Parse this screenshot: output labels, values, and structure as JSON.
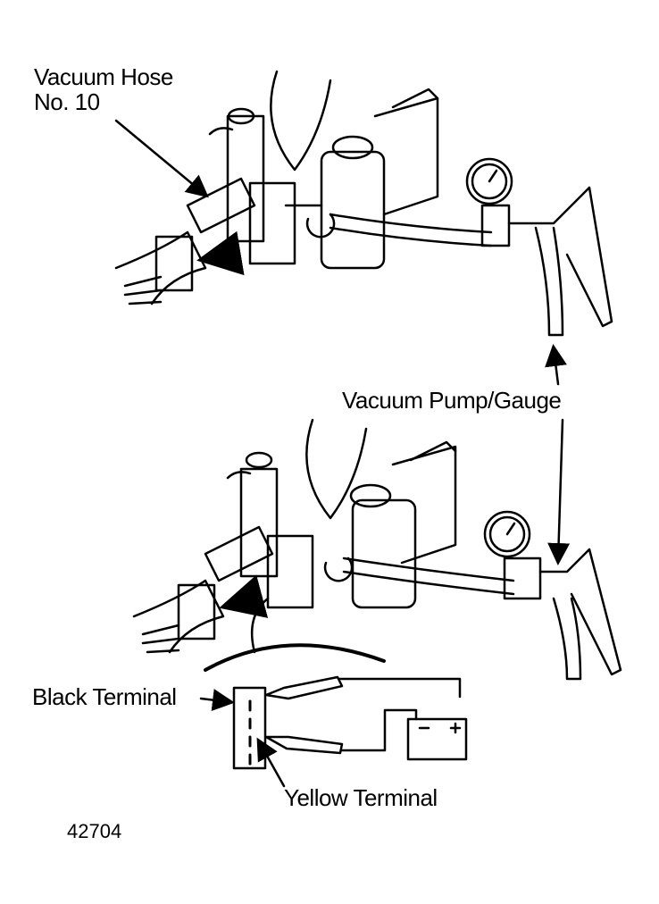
{
  "labels": {
    "vacuum_hose_line1": "Vacuum Hose",
    "vacuum_hose_line2": "No. 10",
    "vacuum_pump_gauge": "Vacuum Pump/Gauge",
    "black_terminal": "Black Terminal",
    "yellow_terminal": "Yellow Terminal"
  },
  "figure_number": "42704",
  "colors": {
    "ink": "#000000",
    "background": "#ffffff"
  }
}
